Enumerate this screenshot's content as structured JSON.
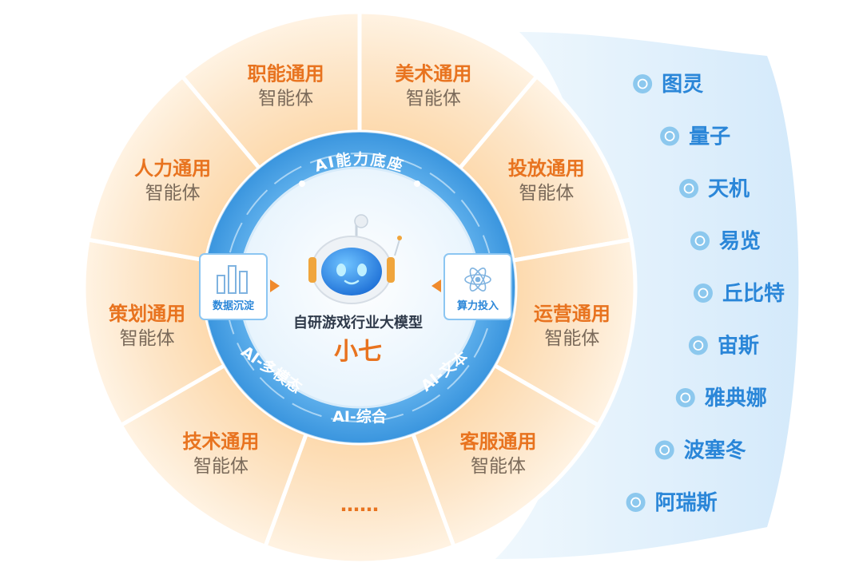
{
  "colors": {
    "orange_text": "#e8731f",
    "sub_text": "#7a6a5a",
    "sector_fill": "#fdebd3",
    "sector_fill_light": "#fff4e6",
    "sector_stroke": "#ffffff",
    "blue_ring": "#3f9ae0",
    "blue_ring_light": "#7dc0f0",
    "blue_text": "#2a86d8",
    "dark_text": "#2f3a4a",
    "list_bg": "#dbeefb"
  },
  "ring": {
    "top_label": "AI能力底座",
    "bottom_left_label": "AI-多模态",
    "bottom_label": "AI-综合",
    "bottom_right_label": "AI-文本"
  },
  "center": {
    "title": "自研游戏行业大模型",
    "name": "小七",
    "icon": "robot-icon"
  },
  "side_boxes": {
    "left": {
      "label": "数据沉淀",
      "icon": "bar-chart-icon"
    },
    "right": {
      "label": "算力投入",
      "icon": "atom-icon"
    }
  },
  "sectors": [
    {
      "title": "美术通用",
      "subtitle": "智能体"
    },
    {
      "title": "投放通用",
      "subtitle": "智能体"
    },
    {
      "title": "运营通用",
      "subtitle": "智能体"
    },
    {
      "title": "客服通用",
      "subtitle": "智能体"
    },
    {
      "title": "……",
      "subtitle": ""
    },
    {
      "title": "技术通用",
      "subtitle": "智能体"
    },
    {
      "title": "策划通用",
      "subtitle": "智能体"
    },
    {
      "title": "人力通用",
      "subtitle": "智能体"
    },
    {
      "title": "职能通用",
      "subtitle": "智能体"
    }
  ],
  "agents": [
    {
      "name": "图灵",
      "icon": "brain-icon"
    },
    {
      "name": "量子",
      "icon": "cube-icon"
    },
    {
      "name": "天机",
      "icon": "ring-icon"
    },
    {
      "name": "易览",
      "icon": "bell-icon"
    },
    {
      "name": "丘比特",
      "icon": "share-icon"
    },
    {
      "name": "宙斯",
      "icon": "gamepad-icon"
    },
    {
      "name": "雅典娜",
      "icon": "pulse-icon"
    },
    {
      "name": "波塞冬",
      "icon": "gauge-icon"
    },
    {
      "name": "阿瑞斯",
      "icon": "person-icon"
    }
  ]
}
